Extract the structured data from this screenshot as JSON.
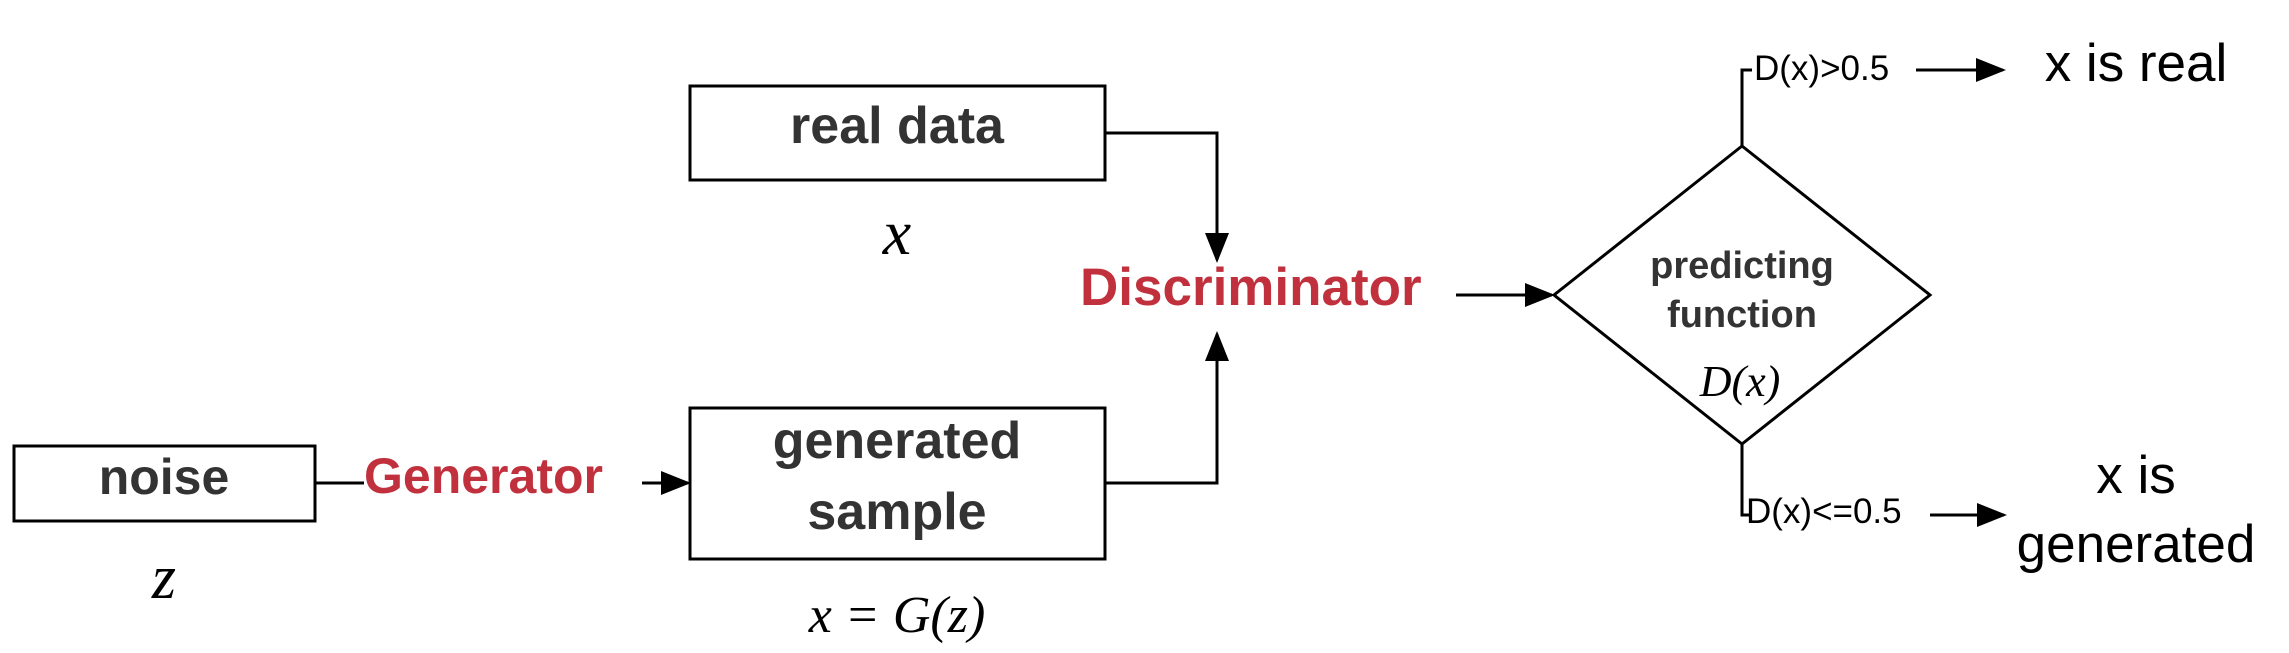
{
  "colors": {
    "accent_red": "#c0313d",
    "box_text": "#333333",
    "line": "#000000"
  },
  "nodes": {
    "noise": {
      "label": "noise",
      "symbol": "z"
    },
    "generator": {
      "label": "Generator"
    },
    "real_data": {
      "label": "real data",
      "symbol": "x"
    },
    "generated_sample": {
      "label_line1": "generated",
      "label_line2": "sample",
      "formula": "x = G(z)"
    },
    "discriminator": {
      "label": "Discriminator"
    },
    "predicting_function": {
      "label_line1": "predicting",
      "label_line2": "function",
      "formula": "D(x)"
    }
  },
  "branches": {
    "real": {
      "condition": "D(x)>0.5",
      "outcome": "x is real"
    },
    "generated": {
      "condition": "D(x)<=0.5",
      "outcome_line1": "x is",
      "outcome_line2": "generated"
    }
  }
}
